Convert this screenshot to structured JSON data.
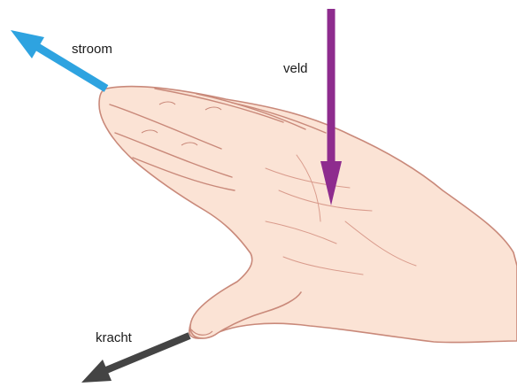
{
  "labels": {
    "current": "stroom",
    "field": "veld",
    "force": "kracht"
  },
  "colors": {
    "current_arrow": "#2ea3e0",
    "field_arrow": "#8e2c8e",
    "force_arrow": "#444444",
    "skin_fill": "#fbe3d5",
    "skin_line": "#c9897a",
    "background": "#ffffff"
  },
  "icons": {
    "hand": "right-hand-rule-hand-icon"
  }
}
